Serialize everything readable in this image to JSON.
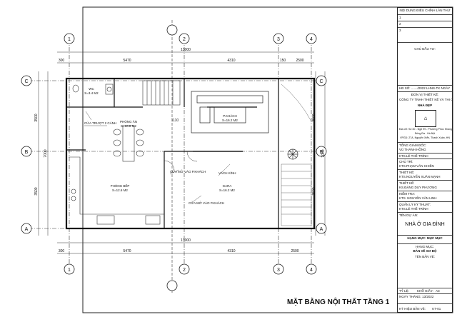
{
  "sheet": {
    "title": "MẶT BẰNG NỘI THẤT TẦNG 1",
    "grid_top": [
      "1",
      "2",
      "3",
      "4"
    ],
    "grid_bottom": [
      "1",
      "2",
      "3",
      "4"
    ],
    "grid_left": [
      "C",
      "B",
      "A"
    ],
    "grid_right": [
      "C",
      "B",
      "A"
    ],
    "dims_top_total": "13000",
    "dims_top": [
      "300",
      "5470",
      "4310",
      "150",
      "2500"
    ],
    "dims_bottom_total": "13000",
    "dims_bottom": [
      "300",
      "5470",
      "4310",
      "2500"
    ],
    "dims_left": [
      "3500",
      "7000",
      "3500"
    ],
    "dims_right": [
      "3500",
      "7000",
      "3500"
    ],
    "dim_small": "1110",
    "rooms": {
      "wc": "WC",
      "wc_area": "S=3.4 M2",
      "dining": "PHÒNG ĂN",
      "dining_area": "S=10.8 M2",
      "kitchen": "PHÒNG BẾP",
      "kitchen_area": "S=12.6 M2",
      "living": "P.KHÁCH",
      "living_area": "S=16.2 M2",
      "garage": "GARA",
      "garage_area": "S=16.2 M2"
    },
    "notes": {
      "sliding_door": "CỬA TRƯỢT 2 CÁNH",
      "door_open_1": "CỬA MỞ VÀO P.KHÁCH",
      "glass_wall": "VÁCH KÍNH",
      "door_open_2": "CỬA MỞ VÀO P.KHÁCH"
    }
  },
  "title_block": {
    "revision_header": "NỘI DUNG ĐIỀU CHỈNH LẦN THỨ",
    "revision_rows": [
      "1",
      "2",
      "3"
    ],
    "owner_label": "CHỦ ĐẦU TƯ:",
    "doc_no": "HĐ SỐ: ......./2022 LHNS-TK NGÀY",
    "design_unit_label": "ĐƠN VỊ THIẾT KẾ:",
    "company": "CÔNG TY TNHH THIẾT KẾ VÀ THI CÔNG",
    "company_brand": "NHÀ ĐẸP",
    "company_addr_1": "Địa chỉ: Số 30 - Ngõ 99 - Phường Phúc Khang",
    "company_addr_2": "Đống Đa - Hà Nội",
    "company_addr_3": "VPGD: 27A, Nguyễn Xiển, Thanh Xuân, HN",
    "director_label": "TỔNG GIÁM ĐỐC:",
    "director": "VŨ THÀNH HỒNG",
    "director_sig": "KTS.LÊ THẾ TRÌNH",
    "host_label": "CHỦ TRÌ:",
    "host": "KTS.PHẠM VĂN CHIẾN",
    "design_label": "THIẾT KẾ:",
    "designer": "KTS.NGUYỄN XUÂN MẠNH",
    "structure_label": "THIẾT KẾ:",
    "structure": "KS.ĐẶNG DUY PHƯƠNG",
    "check_label": "KIỂM TRA:",
    "checker": "KTS. NGUYỄN VĂN LINH",
    "approve_label": "QUẢN LÝ KỸ THUẬT:",
    "approver": "KTS.LÊ THẾ TRÌNH",
    "project_label": "TÊN DỰ ÁN:",
    "project": "NHÀ Ở GIA ĐÌNH",
    "item_header": "HẠNG MỤC: MỤC MỤC",
    "item_label": "HẠNG MỤC:",
    "item_value": "BẢN VẼ SƠ BỘ",
    "drawing_label": "TÊN BẢN VẼ:",
    "drawing_value": "",
    "scale_label": "TỶ LỆ:",
    "size_label": "KHỔ GIẤY:",
    "size_value": "A3",
    "date_label": "NGÀY THÁNG: 13/2022",
    "sheet_label": "KÝ HIỆU BẢN VẼ:",
    "sheet_no": "KT-01"
  },
  "colors": {
    "line": "#1a1a1a",
    "hatch": "#555555",
    "accent": "#222222"
  },
  "icons": [
    "grid-bubble-icon",
    "logo-icon",
    "stair-icon",
    "sofa-icon",
    "table-icon",
    "plant-icon"
  ]
}
